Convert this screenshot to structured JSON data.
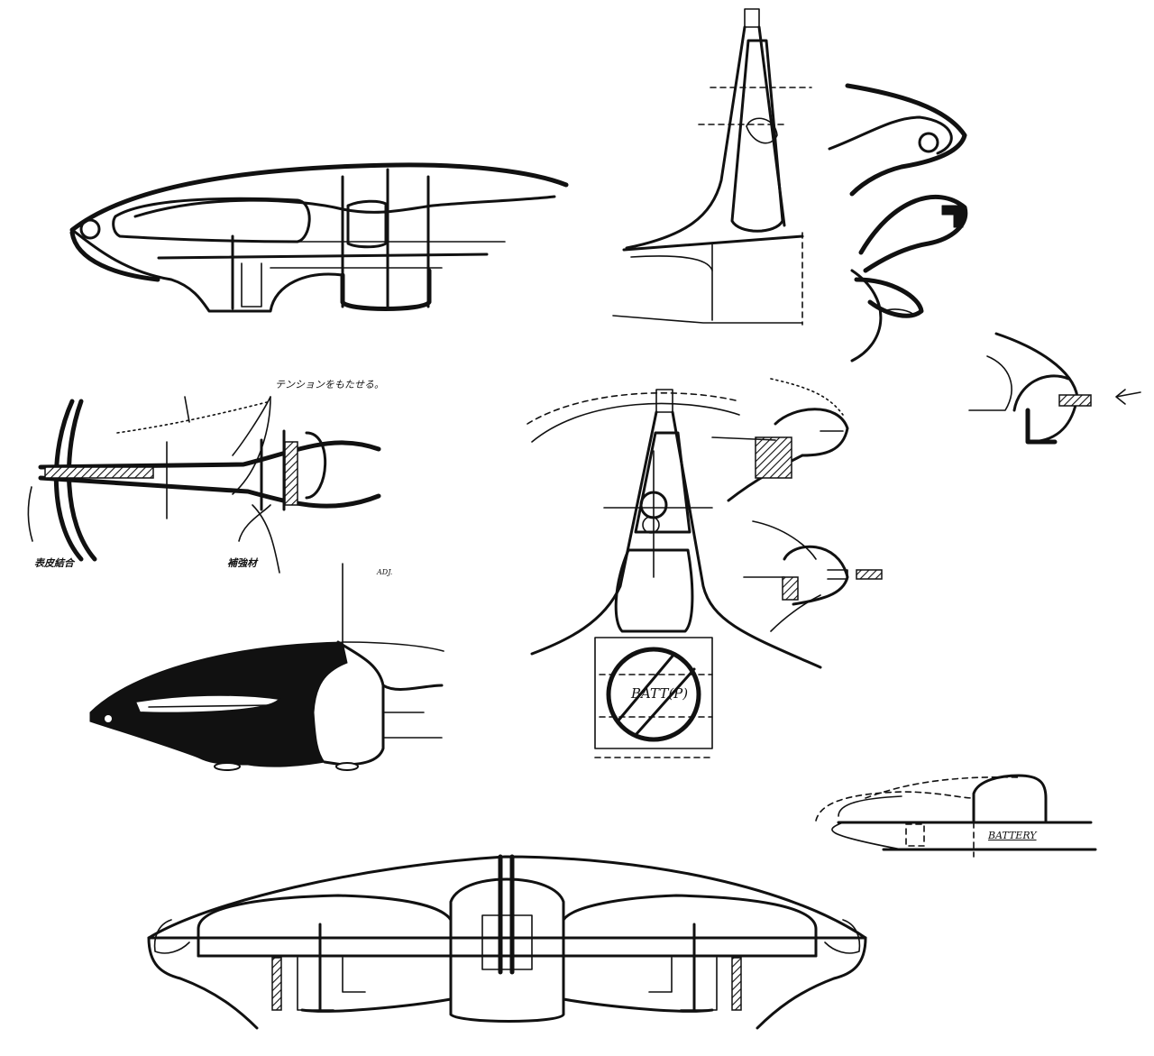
{
  "document": {
    "type": "hand-drawn engineering sketch sheet",
    "background": "#ffffff",
    "ink_color": "#111111"
  },
  "annotations": {
    "tension_note": "テンションをもたせる。",
    "skin_note": "表皮結合",
    "reinforcement_note": "補強材",
    "adjust_note": "ADJ.",
    "battery_circle": "BATT(P)",
    "battery_label": "BATTERY"
  },
  "figures": [
    {
      "id": "side-section-upper-left",
      "description": "Side profile of wing/body with pivot hole and internal frames"
    },
    {
      "id": "front-section-tapered-upper-center",
      "description": "Tapered vertical cross-section with teardrop cavity"
    },
    {
      "id": "edge-details-upper-right",
      "description": "Three curved edge/joint detail sections"
    },
    {
      "id": "small-joint-detail-right",
      "description": "Small rounded joint detail with hatched insert and arrow"
    },
    {
      "id": "tension-section-middle-left",
      "description": "Tapered section with hatched core, arc and tension leaders"
    },
    {
      "id": "front-section-battery-center",
      "description": "Tapered cross-section with circular battery compartment"
    },
    {
      "id": "joint-details-center-right",
      "description": "Two rounded joint detail sections with hatched inserts"
    },
    {
      "id": "solid-side-profile-lower-left",
      "description": "Solid-filled side profile with inner slot and rounded cap"
    },
    {
      "id": "battery-side-profile-lower-right",
      "description": "Light outlined side profile with BATTERY box"
    },
    {
      "id": "full-width-section-bottom",
      "description": "Symmetric full-width section with central hub and two motor bays"
    }
  ]
}
